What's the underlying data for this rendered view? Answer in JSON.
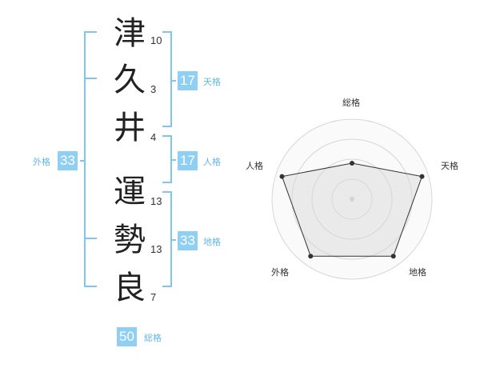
{
  "name": {
    "chars": [
      {
        "char": "津",
        "strokes": "10"
      },
      {
        "char": "久",
        "strokes": "3"
      },
      {
        "char": "井",
        "strokes": "4"
      },
      {
        "char": "運",
        "strokes": "13"
      },
      {
        "char": "勢",
        "strokes": "13"
      },
      {
        "char": "良",
        "strokes": "7"
      }
    ]
  },
  "fortune": {
    "ten": {
      "value": "17",
      "label": "天格"
    },
    "jin": {
      "value": "17",
      "label": "人格"
    },
    "chi": {
      "value": "33",
      "label": "地格"
    },
    "gai": {
      "value": "33",
      "label": "外格"
    },
    "total": {
      "value": "50",
      "label": "総格"
    }
  },
  "colors": {
    "bracket": "#7cc6ef",
    "box": "#8fcff3",
    "label": "#62b7e8",
    "text": "#222222"
  },
  "chart_data": {
    "type": "radar",
    "axes": [
      "総格",
      "天格",
      "地格",
      "外格",
      "人格"
    ],
    "levels": 4,
    "values": [
      0.45,
      0.92,
      0.88,
      0.88,
      0.92
    ],
    "rmax": 1
  }
}
